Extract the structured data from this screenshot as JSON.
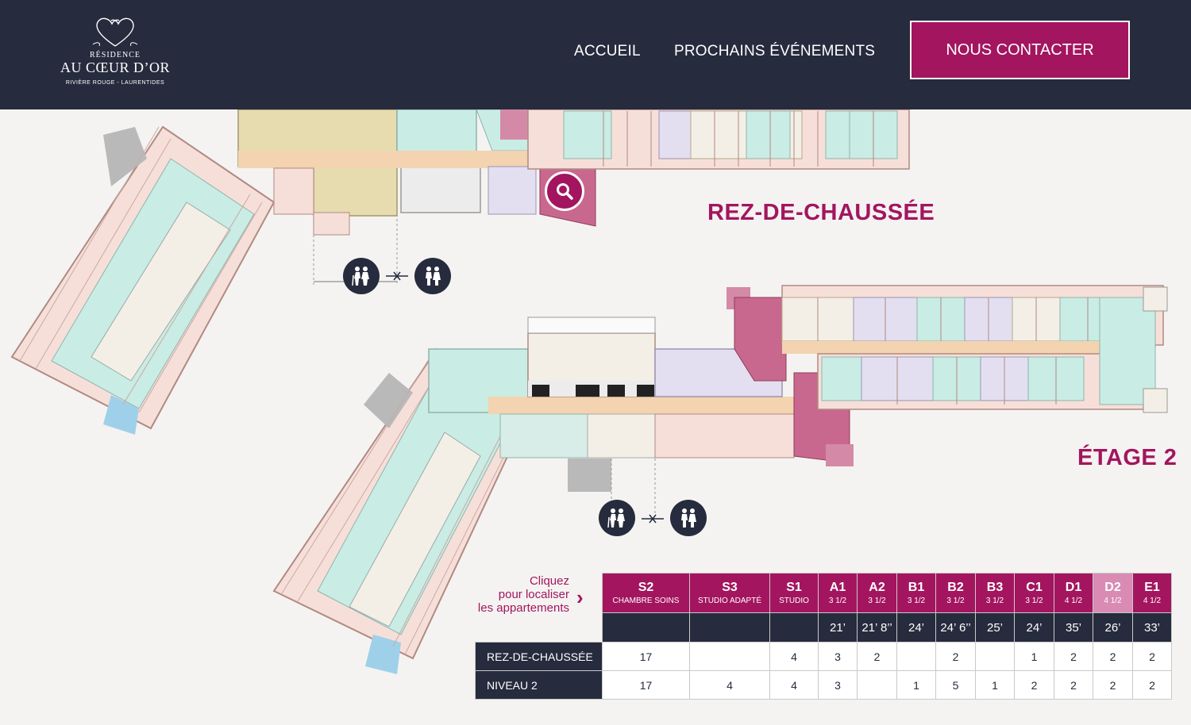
{
  "header": {
    "logo": {
      "small": "RÉSIDENCE",
      "name": "AU CŒUR D’OR",
      "sub": "RIVIÈRE ROUGE - LAURENTIDES"
    },
    "nav": [
      {
        "label": "ACCUEIL"
      },
      {
        "label": "PROCHAINS ÉVÉNEMENTS"
      }
    ],
    "contact_label": "NOUS CONTACTER"
  },
  "floors": {
    "ground_title": "REZ-DE-CHAUSSÉE",
    "second_title": "ÉTAGE 2"
  },
  "locate": {
    "line1": "Cliquez",
    "line2": "pour localiser",
    "line3": "les appartements"
  },
  "colors": {
    "accent": "#a3155f",
    "navy": "#262b3d",
    "selected_header": "#d98bb4"
  },
  "icons": [
    "logo-hearts-icon",
    "search-icon",
    "senior-care-icon",
    "couple-icon",
    "chevron-right-icon"
  ],
  "unit_table": {
    "columns": [
      {
        "code": "S2",
        "label": "CHAMBRE SOINS",
        "size": ""
      },
      {
        "code": "S3",
        "label": "STUDIO ADAPTÉ",
        "size": ""
      },
      {
        "code": "S1",
        "label": "STUDIO",
        "size": ""
      },
      {
        "code": "A1",
        "label": "3 1/2",
        "size": "21’"
      },
      {
        "code": "A2",
        "label": "3 1/2",
        "size": "21’ 8’’"
      },
      {
        "code": "B1",
        "label": "3 1/2",
        "size": "24’"
      },
      {
        "code": "B2",
        "label": "3 1/2",
        "size": "24’ 6’’"
      },
      {
        "code": "B3",
        "label": "3 1/2",
        "size": "25’"
      },
      {
        "code": "C1",
        "label": "3 1/2",
        "size": "24’"
      },
      {
        "code": "D1",
        "label": "4 1/2",
        "size": "35’"
      },
      {
        "code": "D2",
        "label": "4 1/2",
        "size": "26’"
      },
      {
        "code": "E1",
        "label": "4 1/2",
        "size": "33’"
      }
    ],
    "rows": [
      {
        "label": "REZ-DE-CHAUSSÉE",
        "values": [
          "17",
          "",
          "4",
          "3",
          "2",
          "",
          "2",
          "",
          "1",
          "2",
          "2",
          "2"
        ]
      },
      {
        "label": "NIVEAU 2",
        "values": [
          "17",
          "4",
          "4",
          "3",
          "",
          "1",
          "5",
          "1",
          "2",
          "2",
          "2",
          "2"
        ]
      }
    ]
  }
}
